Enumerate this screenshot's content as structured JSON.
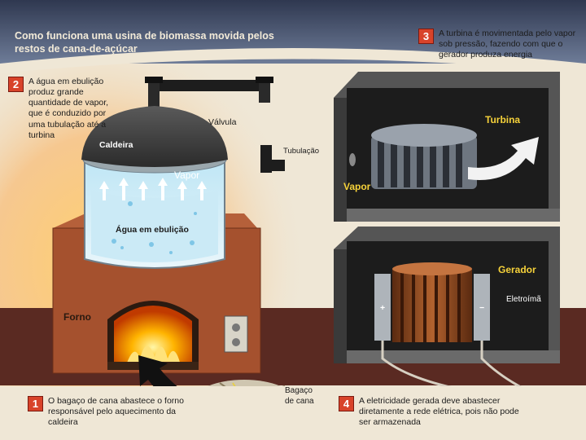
{
  "title": "Como funciona uma usina de biomassa movida pelos restos de cana-de-açúcar",
  "steps": [
    {
      "number": "1",
      "text": "O bagaço de cana abastece o forno responsável pelo aquecimento da caldeira"
    },
    {
      "number": "2",
      "text": "A água em ebulição produz grande quantidade de vapor, que é conduzido por uma tubulação até a turbina"
    },
    {
      "number": "3",
      "text": "A turbina é movimentada pelo vapor sob pressão, fazendo com que o gerador produza energia"
    },
    {
      "number": "4",
      "text": "A eletricidade gerada deve abastecer diretamente a rede elétrica, pois não pode ser armazenada"
    }
  ],
  "labels": {
    "valve": "Válvula",
    "boiler": "Caldeira",
    "steam_boiler": "Vapor",
    "boiling_water": "Água em ebulição",
    "pipe": "Tubulação",
    "turbine": "Turbina",
    "steam_turbine": "Vapor",
    "generator": "Gerador",
    "electromagnet": "Eletroímã",
    "furnace": "Forno",
    "bagasse": "Bagaço de cana",
    "plus": "+",
    "minus": "−"
  },
  "colors": {
    "background": "#efe7d6",
    "header": "#4a5670",
    "furnace_brick": "#a5512e",
    "fire": "#ffb400",
    "step_badge": "#d8432a",
    "machine_box": "#4a4a4a",
    "coil": "#8a3f1a"
  }
}
